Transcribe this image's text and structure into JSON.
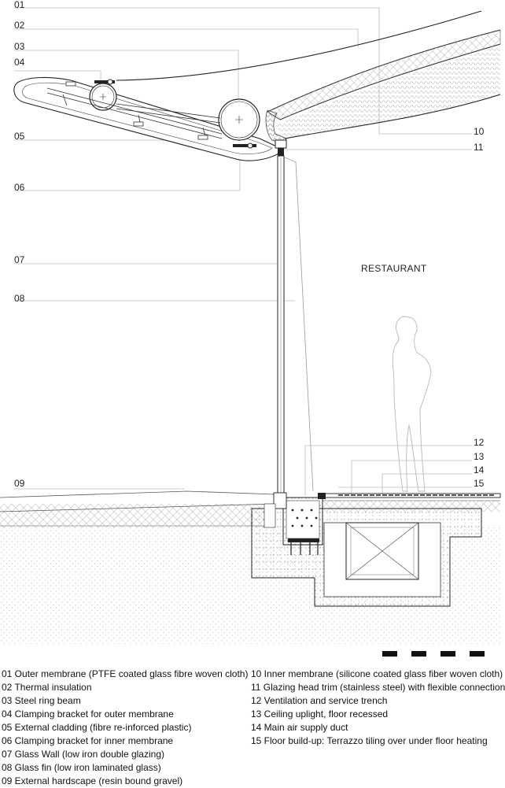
{
  "diagram": {
    "callouts_left": [
      "01",
      "02",
      "03",
      "04",
      "05",
      "06",
      "07",
      "08",
      "09"
    ],
    "callouts_right": [
      "10",
      "11",
      "12",
      "13",
      "14",
      "15"
    ],
    "room_label": "RESTAURANT"
  },
  "legend": {
    "left": [
      "01 Outer membrane (PTFE coated glass fibre woven cloth)",
      "02 Thermal insulation",
      "03 Steel ring beam",
      "04 Clamping bracket for outer membrane",
      "05 External cladding (fibre re-inforced plastic)",
      "06 Clamping bracket for inner membrane",
      "07 Glass Wall (low iron double glazing)",
      "08 Glass fin (low iron laminated glass)",
      "09 External hardscape (resin bound gravel)"
    ],
    "right": [
      "10 Inner membrane (silicone coated glass fiber woven cloth)",
      "11 Glazing head trim (stainless steel) with flexible connection",
      "12 Ventilation and service trench",
      "13 Ceiling uplight, floor recessed",
      "14 Main air supply duct",
      "15 Floor build-up: Terrazzo tiling over under floor heating"
    ]
  }
}
